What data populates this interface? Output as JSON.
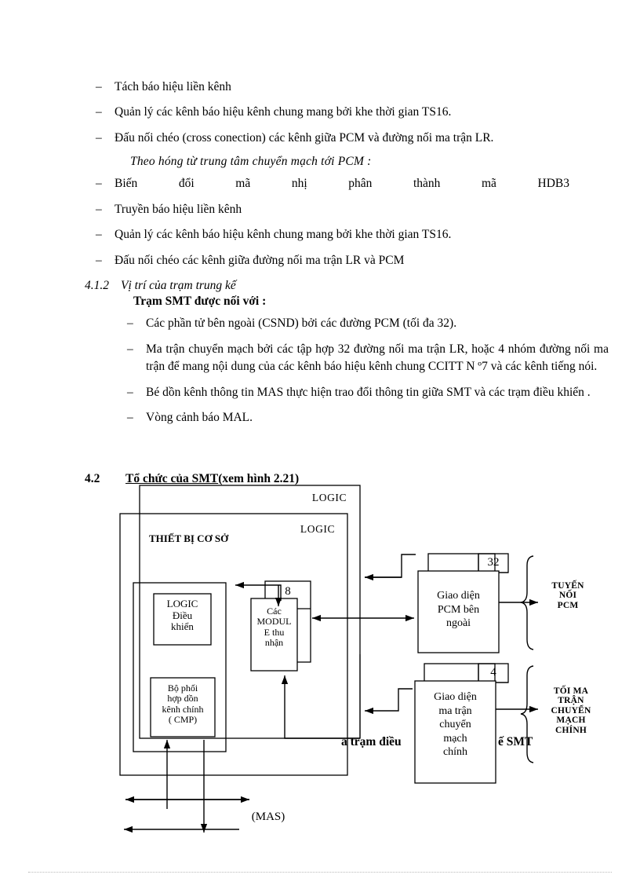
{
  "document": {
    "bullets_top": [
      {
        "dash": "–",
        "text": "Tách báo hiệu liền kênh"
      },
      {
        "dash": "–",
        "text": "Quản lý các kênh báo hiệu kênh chung mang bởi khe thời gian TS16."
      },
      {
        "dash": "–",
        "text": "Đấu nối chéo (cross conection) các kênh giữa PCM và đường nối ma trận LR."
      }
    ],
    "italic_heading": "Theo hóng   từ trung tâm chuyển mạch tới PCM :",
    "bullets_mid_spread": [
      "Biến",
      "đổi",
      "mã",
      "nhị",
      "phân",
      "thành",
      "mã",
      "HDB3"
    ],
    "bullets_mid": [
      {
        "dash": "–",
        "text": "Truyền báo hiệu liền kênh"
      },
      {
        "dash": "–",
        "text": "Quản lý các kênh báo hiệu kênh chung mang bởi khe thời gian TS16."
      },
      {
        "dash": "–",
        "text": "Đấu nối chéo các kênh giữa đường nối ma trận LR và PCM"
      }
    ],
    "section_412": {
      "number": "4.1.2",
      "title": "Vị trí của trạm trung kế"
    },
    "bold_subheading": "Trạm SMT được   nối với :",
    "bullets_bottom": [
      {
        "dash": "–",
        "text": "Các phần tử bên ngoài (CSND) bởi các đường PCM (tối đa 32)."
      },
      {
        "dash": "–",
        "text": "Ma trận chuyển mạch bởi các tập hợp 32 đường nối ma trận LR, hoặc 4 nhóm đường nối ma trận để mang nội dung của các kênh báo hiệu kênh chung CCITT N º7 và các kênh tiếng nói."
      },
      {
        "dash": "–",
        "text": "Bé dồn kênh thông tin MAS thực hiện trao đổi thông tin giữa SMT và các trạm điều khiển ."
      },
      {
        "dash": "–",
        "text": "Vòng cảnh báo MAL."
      }
    ],
    "section_42": {
      "number": "4.2",
      "title_underlined": "Tổ chức của SMT",
      "title_suffix": "(xem hình 2.21)"
    }
  },
  "diagram": {
    "labels": {
      "logic_outer": "LOGIC",
      "logic_inner": "LOGIC",
      "thiet_bi_co_so": "THIẾT BỊ CƠ SỞ",
      "logic_dieu_khien": "LOGIC\nĐiều\nkhiển",
      "cac_module_thu_nhan": "Các\nMODUL\nE thu\nnhận",
      "bo_phoi_hop": "Bộ phối\nhợp dồn\nkênh chính\n( CMP)",
      "giao_dien_pcm": "Giao diện\nPCM bên\nngoài",
      "giao_dien_ma_tran": "Giao diện\nma trận\nchuyển\nmạch\nchính",
      "count_32": "32",
      "count_8": "8",
      "count_4": "4",
      "tuyen_noi_pcm": "TUYẾN\nNỐI\nPCM",
      "toi_ma_tran": "TỐI MA\nTRẬN\nCHUYỂN\nMẠCH\nCHÍNH",
      "mas": "(MAS)",
      "overlap_left": "a trạm điều",
      "overlap_right": "ế SMT"
    },
    "colors": {
      "stroke": "#000000",
      "background": "#ffffff"
    }
  }
}
